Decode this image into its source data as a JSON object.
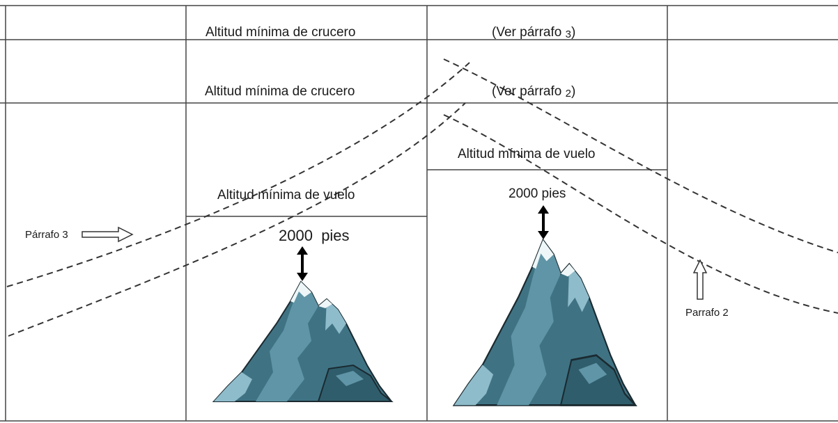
{
  "labels": {
    "min_cruise_top": "Altitud mínima de crucero",
    "see_par3": "(Ver párrafo",
    "see_par3_num": "3",
    "see_par3_close": ")",
    "min_cruise_mid": "Altitud mínima de crucero",
    "see_par2": "(Ver párrafo",
    "see_par2_num": "2",
    "see_par2_close": ")",
    "min_flight_left": "Altitud mínima de vuelo",
    "min_flight_right": "Altitud mínima de vuelo",
    "feet_left_value": "2000",
    "feet_left_unit": "pies",
    "feet_right": "2000 pies",
    "parrafo3": "Párrafo 3",
    "parrafo2": "Parrafo 2"
  },
  "colors": {
    "lines": "#444444",
    "mountain_dark": "#3f7384",
    "mountain_mid": "#5f95a6",
    "mountain_light": "#8fbccb",
    "snow": "#eef6f8"
  },
  "icons": [
    "mountain-icon",
    "double-arrow-icon",
    "hollow-arrow-right-icon",
    "hollow-arrow-up-icon"
  ]
}
